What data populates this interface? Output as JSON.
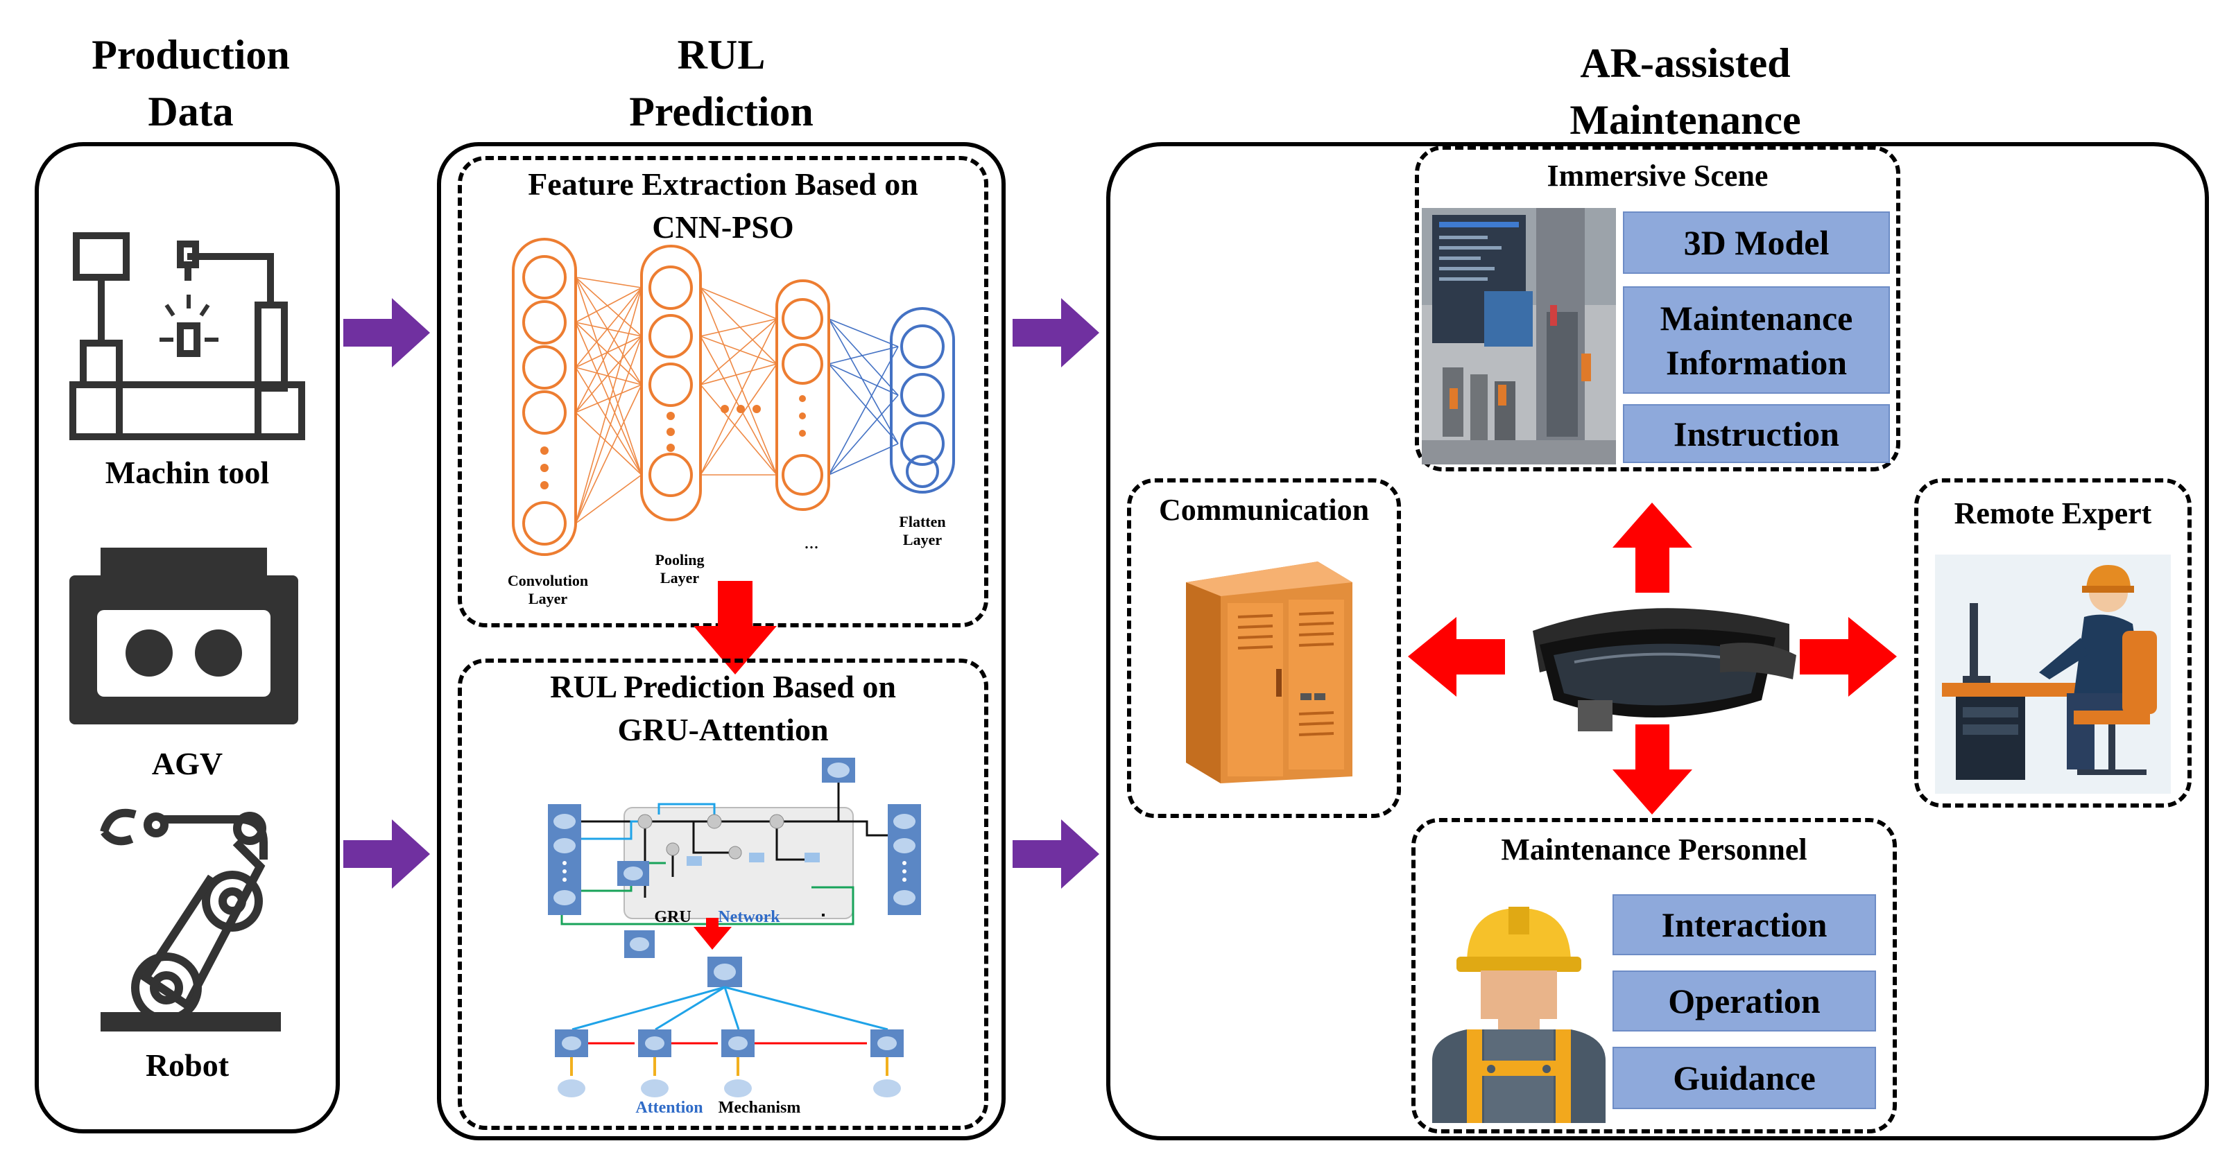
{
  "columns": {
    "production": {
      "title": "Production\nData",
      "items": [
        "Machin tool",
        "AGV",
        "Robot"
      ]
    },
    "rul": {
      "title": "RUL\nPrediction",
      "feature_box": {
        "title": "Feature Extraction Based on\nCNN-PSO",
        "labels": {
          "conv": "Convolution\nLayer",
          "pool": "Pooling\nLayer",
          "flatten": "Flatten\nLayer",
          "ellipsis": "..."
        }
      },
      "rul_box": {
        "title": "RUL Prediction Based on\nGRU-Attention",
        "gru_label_1": "GRU",
        "gru_label_2": "Network",
        "att_label_1": "Attention",
        "att_label_2": "Mechanism"
      }
    },
    "ar": {
      "title": "AR-assisted\nMaintenance",
      "immersive": {
        "title": "Immersive Scene",
        "items": [
          "3D Model",
          "Maintenance\nInformation",
          "Instruction"
        ]
      },
      "communication": {
        "title": "Communication"
      },
      "remote": {
        "title": "Remote Expert"
      },
      "personnel": {
        "title": "Maintenance Personnel",
        "items": [
          "Interaction",
          "Operation",
          "Guidance"
        ]
      }
    }
  },
  "colors": {
    "purple_arrow": "#7030a0",
    "red_arrow": "#ff0000",
    "cnn_orange": "#ed7d31",
    "cnn_blue": "#4472c4",
    "box_blue": "#8ea9db"
  }
}
